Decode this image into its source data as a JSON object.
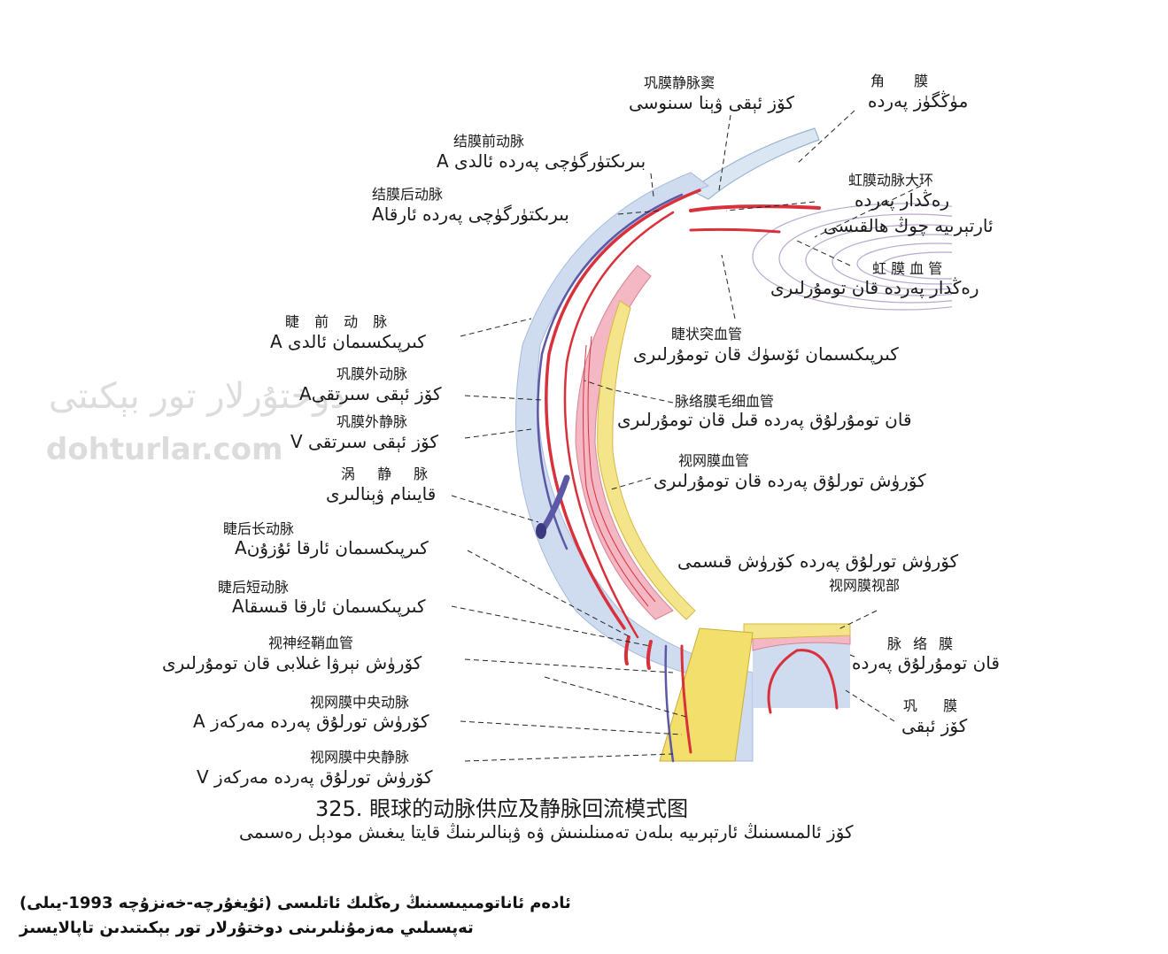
{
  "watermark": {
    "script": "دوختۇرلار تور بېكىتى",
    "site": "dohturlar.com"
  },
  "labels": {
    "scleral_sinus": {
      "zh": "巩膜静脉窦",
      "ug": "كۆز ئېقى ۋېنا سىنوسى"
    },
    "cornea": {
      "zh": "角 膜",
      "ug": "مۈڭگۈز پەردە"
    },
    "ant_conj_artery": {
      "zh": "结膜前动脉",
      "ug": "بىرىكتۈرگۈچى پەردە ئالدى A"
    },
    "post_conj_artery": {
      "zh": "结膜后动脉",
      "ug": "بىرىكتۈرگۈچى پەردە ئارقاA"
    },
    "iris_major_circle": {
      "zh": "虹膜动脉大环",
      "ug1": "رەڭدار پەردە",
      "ug2": "ئارتېرىيە چوڭ ھالقىسى"
    },
    "iris_vessels": {
      "zh": "虹 膜 血 管",
      "ug": "رەڭدار پەردە قان تومۇرلىرى"
    },
    "ant_ciliary_artery": {
      "zh": "睫 前 动 脉",
      "ug": "كىرپىكسىمان ئالدى A"
    },
    "ciliary_process_vessels": {
      "zh": "睫状突血管",
      "ug": "كىرپىكسىمان ئۆسۈك قان تومۇرلىرى"
    },
    "episcleral_artery": {
      "zh": "巩膜外动脉",
      "ug": "كۆز ئېقى سىرتقىA"
    },
    "choroid_capillaries": {
      "zh": "脉络膜毛细血管",
      "ug": "قان تومۇرلۇق پەردە قىل قان تومۇرلىرى"
    },
    "episcleral_vein": {
      "zh": "巩膜外静脉",
      "ug": "كۆز ئېقى سىرتقى V"
    },
    "vortex_vein": {
      "zh": "涡 静 脉",
      "ug": "قايىنام ۋېنالىرى"
    },
    "retinal_vessels": {
      "zh": "视网膜血管",
      "ug": "كۆرۈش تورلۇق پەردە قان تومۇرلىرى"
    },
    "long_post_ciliary": {
      "zh": "睫后长动脉",
      "ug": "كىرپىكسىمان ئارقا ئۇزۇنA"
    },
    "retina_optic_part": {
      "zh": "视网膜视部",
      "ug": "كۆرۈش تورلۇق پەردە كۆرۈش قىسمى"
    },
    "short_post_ciliary": {
      "zh": "睫后短动脉",
      "ug": "كىرپىكسىمان ئارقا قىسقاA"
    },
    "optic_sheath_vessels": {
      "zh": "视神经鞘血管",
      "ug": "كۆرۈش نېرۋا غىلابى قان تومۇرلىرى"
    },
    "choroid": {
      "zh": "脉 络 膜",
      "ug": "قان تومۇرلۇق پەردە"
    },
    "central_retinal_artery": {
      "zh": "视网膜中央动脉",
      "ug": "كۆرۈش تورلۇق پەردە مەركەز A"
    },
    "sclera": {
      "zh": "巩 膜",
      "ug": "كۆز ئېقى"
    },
    "central_retinal_vein": {
      "zh": "视网膜中央静脉",
      "ug": "كۆرۈش تورلۇق پەردە مەركەز V"
    }
  },
  "figure": {
    "title_zh": "325. 眼球的动脉供应及静脉回流模式图",
    "title_ug": "كۆز ئالمىسىنىڭ ئارتېرىيە بىلەن تەمىنلىنىش ۋە ۋېنالىرىنىڭ قايتا يىغىش مودېل رەسىمى"
  },
  "source": {
    "line1": "ئادەم ئاناتومىيىسىنىڭ رەڭلىك ئاتلىسى (ئۇيغۇرچە-خەنزۇچە 1993-يىلى)",
    "line2": "تەپسىلىي مەزمۇنلىرىنى دوختۇرلار تور بېكىتىدىن تاپالايسىز"
  }
}
